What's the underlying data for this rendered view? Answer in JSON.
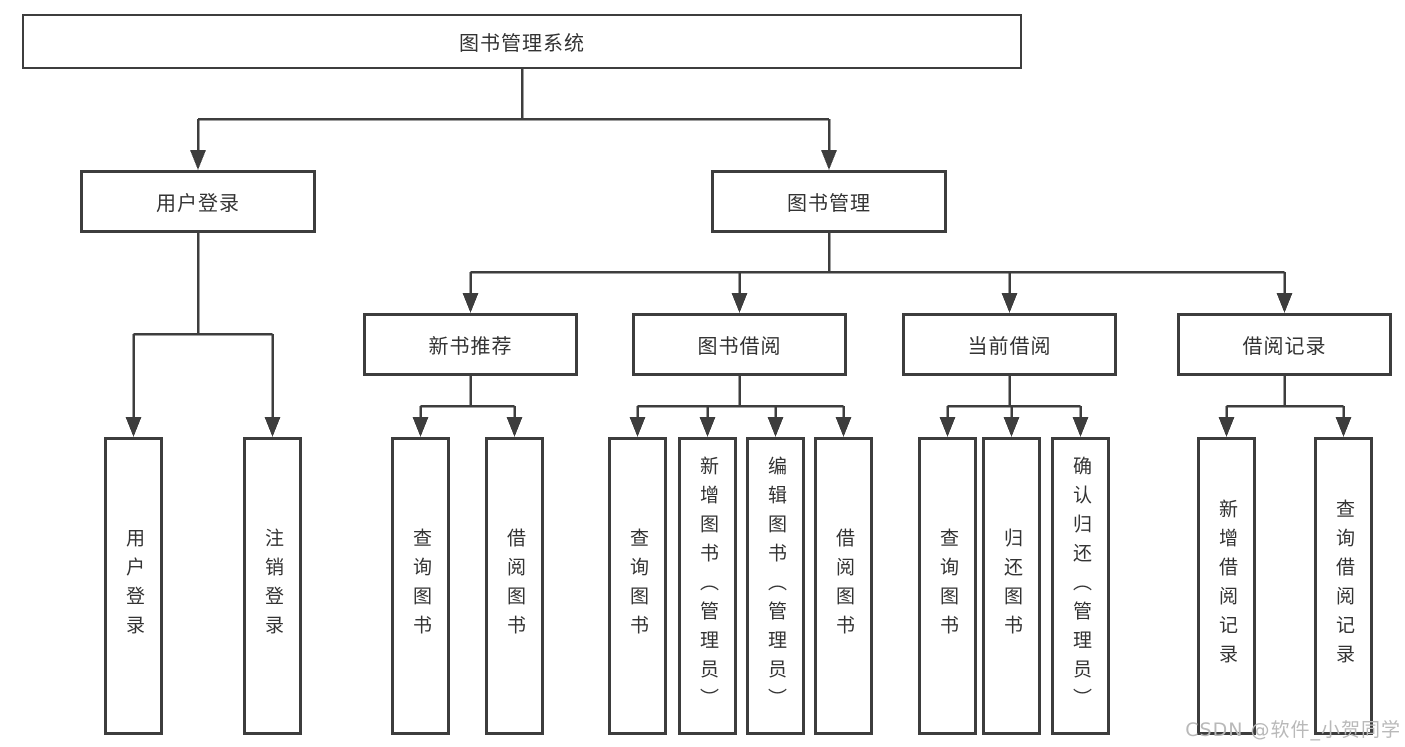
{
  "diagram": {
    "root": {
      "label": "图书管理系统"
    },
    "branches": [
      {
        "label": "用户登录",
        "children": [
          {
            "label": "用户登录"
          },
          {
            "label": "注销登录"
          }
        ]
      },
      {
        "label": "图书管理",
        "children": [
          {
            "label": "新书推荐",
            "children": [
              {
                "label": "查询图书"
              },
              {
                "label": "借阅图书"
              }
            ]
          },
          {
            "label": "图书借阅",
            "children": [
              {
                "label": "查询图书"
              },
              {
                "label": "新增图书（管理员）"
              },
              {
                "label": "编辑图书（管理员）"
              },
              {
                "label": "借阅图书"
              }
            ]
          },
          {
            "label": "当前借阅",
            "children": [
              {
                "label": "查询图书"
              },
              {
                "label": "归还图书"
              },
              {
                "label": "确认归还（管理员）"
              }
            ]
          },
          {
            "label": "借阅记录",
            "children": [
              {
                "label": "新增借阅记录"
              },
              {
                "label": "查询借阅记录"
              }
            ]
          }
        ]
      }
    ]
  },
  "watermark": {
    "text": "CSDN @软件_小贺同学"
  },
  "colors": {
    "line": "#3d3d3d",
    "text": "#333333",
    "box-bg": "#ffffff",
    "watermark": "#b9b9b9"
  }
}
